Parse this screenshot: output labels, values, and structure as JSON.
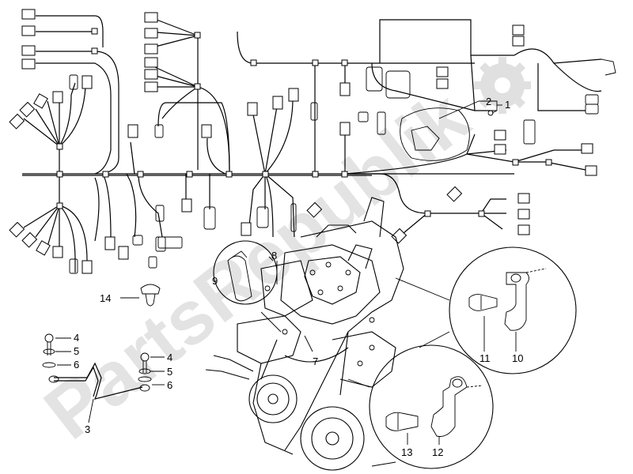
{
  "watermark": {
    "text": "PartsRepublik",
    "color": "#d9d9d9"
  },
  "callouts": [
    {
      "id": "1",
      "text": "1"
    },
    {
      "id": "2",
      "text": "2"
    },
    {
      "id": "3",
      "text": "3"
    },
    {
      "id": "4a",
      "text": "4"
    },
    {
      "id": "4b",
      "text": "4"
    },
    {
      "id": "5a",
      "text": "5"
    },
    {
      "id": "5b",
      "text": "5"
    },
    {
      "id": "6a",
      "text": "6"
    },
    {
      "id": "6b",
      "text": "6"
    },
    {
      "id": "7",
      "text": "7"
    },
    {
      "id": "8",
      "text": "8"
    },
    {
      "id": "9",
      "text": "9"
    },
    {
      "id": "10",
      "text": "10"
    },
    {
      "id": "11",
      "text": "11"
    },
    {
      "id": "12",
      "text": "12"
    },
    {
      "id": "13",
      "text": "13"
    },
    {
      "id": "14",
      "text": "14"
    }
  ]
}
